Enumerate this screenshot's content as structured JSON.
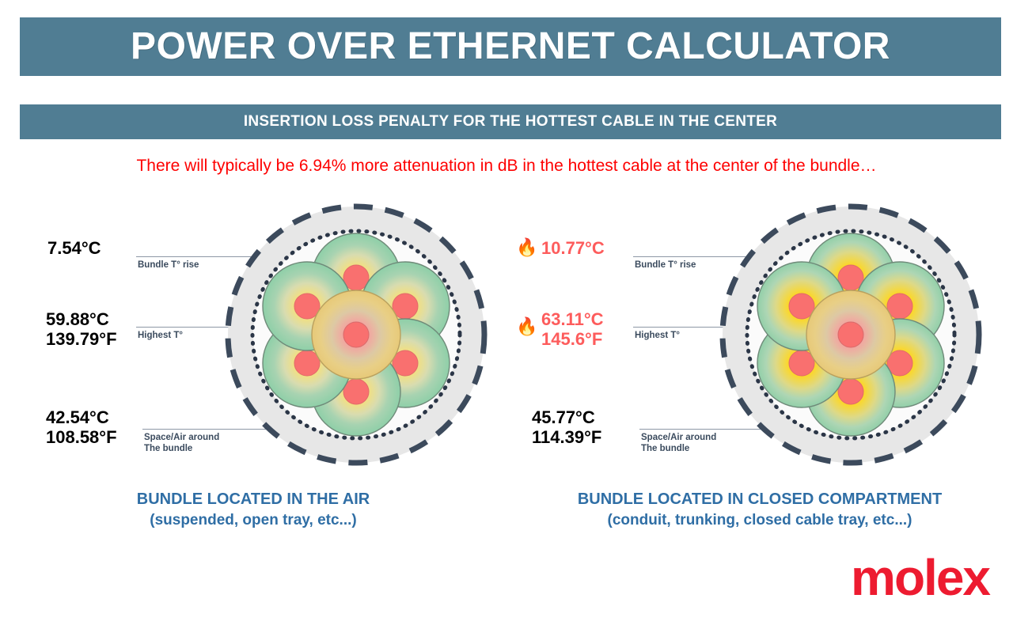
{
  "header": {
    "title": "POWER OVER ETHERNET CALCULATOR",
    "subtitle": "INSERTION LOSS PENALTY FOR THE HOTTEST CABLE IN THE CENTER",
    "bar_color": "#507d93"
  },
  "note": {
    "text": "There will typically be 6.94% more attenuation in dB in the hottest cable at the center of the bundle…",
    "color": "#fe0000"
  },
  "panels": [
    {
      "id": "air",
      "caption_line1": "BUNDLE LOCATED IN THE AIR",
      "caption_line2": "(suspended, open tray, etc...)",
      "caption_color": "#2f6ea5",
      "readings": [
        {
          "name": "bundle-temp-rise",
          "label": "Bundle T° rise",
          "celsius": "7.54°C",
          "fahrenheit": "",
          "color": "#000000",
          "flame": ""
        },
        {
          "name": "highest-temp",
          "label": "Highest T°",
          "celsius": "59.88°C",
          "fahrenheit": "139.79°F",
          "color": "#000000",
          "flame": ""
        },
        {
          "name": "ambient-temp",
          "label1": "Space/Air around",
          "label2": "The bundle",
          "celsius": "42.54°C",
          "fahrenheit": "108.58°F",
          "color": "#000000",
          "flame": ""
        }
      ]
    },
    {
      "id": "closed-compartment",
      "caption_line1": "BUNDLE LOCATED IN CLOSED COMPARTMENT",
      "caption_line2": "(conduit, trunking, closed cable tray, etc...)",
      "caption_color": "#2f6ea5",
      "readings": [
        {
          "name": "bundle-temp-rise",
          "label": "Bundle T° rise",
          "celsius": "10.77°C",
          "fahrenheit": "",
          "color": "#fd5c5c",
          "flame": "🔥"
        },
        {
          "name": "highest-temp",
          "label": "Highest T°",
          "celsius": "63.11°C",
          "fahrenheit": "145.6°F",
          "color": "#fd5c5c",
          "flame": "🔥"
        },
        {
          "name": "ambient-temp",
          "label1": "Space/Air around",
          "label2": "The bundle",
          "celsius": "45.77°C",
          "fahrenheit": "114.39°F",
          "color": "#000000",
          "flame": ""
        }
      ]
    }
  ],
  "diagram": {
    "cable_count": 7,
    "arrangement": "6 cables surrounding 1 hot center cable",
    "outer_ring_style": "dashed",
    "inner_ring_style": "dotted",
    "ring_color": "#3c4a5c",
    "jacket_fill": "#e6e6e6"
  },
  "logo": {
    "text": "molex",
    "color": "#ed1b30"
  }
}
